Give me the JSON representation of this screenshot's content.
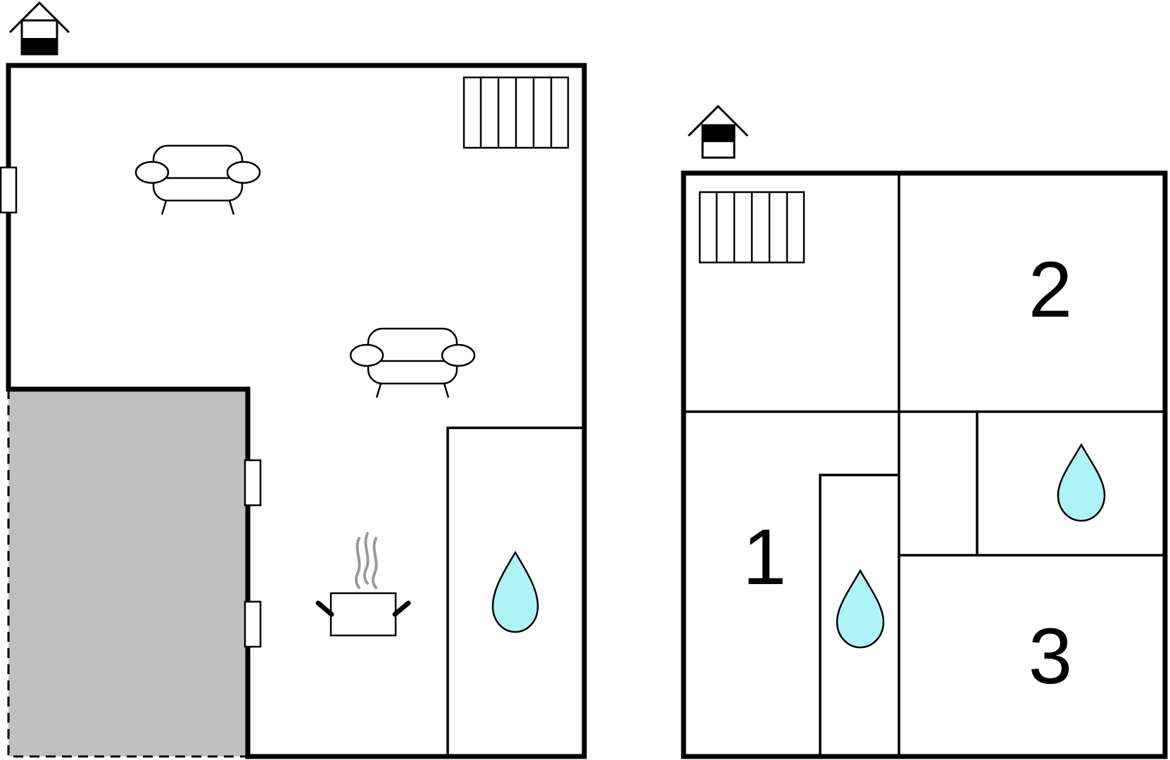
{
  "plan": {
    "ground_floor": {
      "rooms": []
    },
    "upper_floor": {
      "rooms": [
        {
          "label": "1"
        },
        {
          "label": "2"
        },
        {
          "label": "3"
        }
      ]
    }
  },
  "colors": {
    "wall": "#000000",
    "outdoor_area": "#c0c0c0",
    "water": "#aef4f6",
    "steam": "#999999"
  },
  "icons": [
    "entrance-icon",
    "stairs-icon",
    "sofa-icon",
    "cooking-pot-icon",
    "water-drop-icon",
    "window-icon"
  ]
}
